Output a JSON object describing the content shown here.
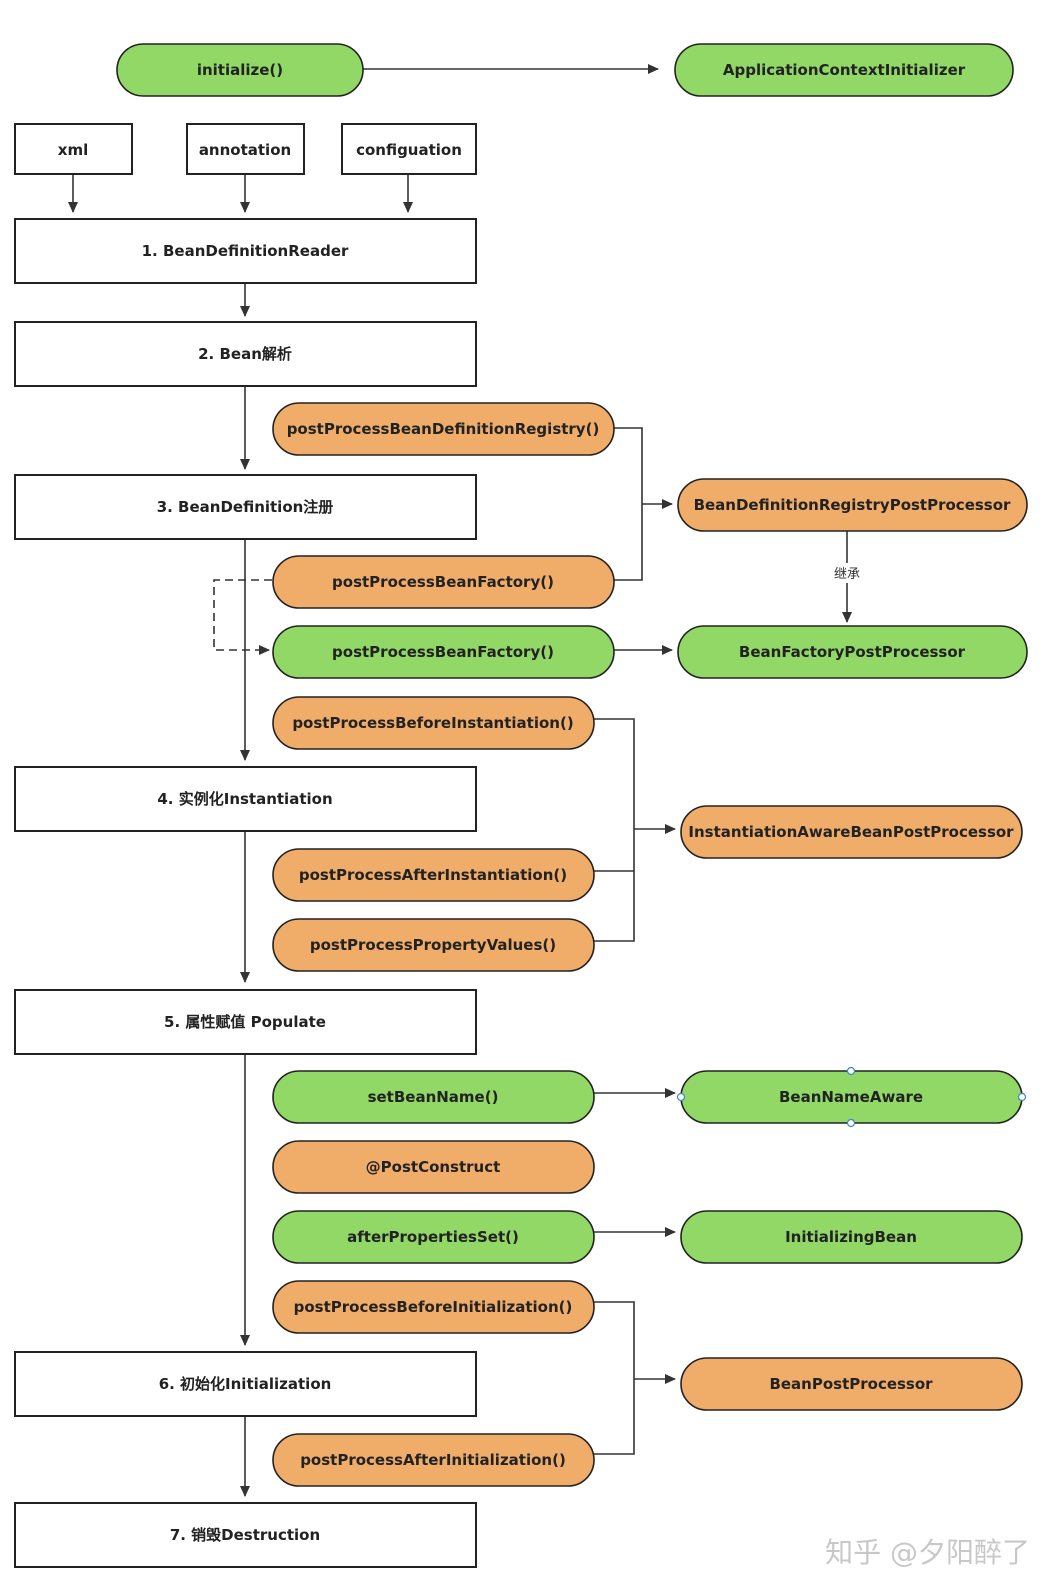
{
  "colors": {
    "green": "#92d866",
    "orange": "#f0ad6a",
    "box": "#ffffff",
    "stroke": "#222222",
    "line": "#333333"
  },
  "nodes": {
    "initialize": "initialize()",
    "app_ctx_init": "ApplicationContextInitializer",
    "xml": "xml",
    "annotation": "annotation",
    "configuation": "configuation",
    "step1": "1. BeanDefinitionReader",
    "step2": "2. Bean解析",
    "pp_bdr": "postProcessBeanDefinitionRegistry()",
    "step3": "3. BeanDefinition注册",
    "bdrpp": "BeanDefinitionRegistryPostProcessor",
    "pp_bf_orange": "postProcessBeanFactory()",
    "pp_bf_green": "postProcessBeanFactory()",
    "bfpp": "BeanFactoryPostProcessor",
    "pp_before_inst": "postProcessBeforeInstantiation()",
    "step4": "4. 实例化Instantiation",
    "iabpp": "InstantiationAwareBeanPostProcessor",
    "pp_after_inst": "postProcessAfterInstantiation()",
    "pp_prop_values": "postProcessPropertyValues()",
    "step5": "5. 属性赋值 Populate",
    "set_bean_name": "setBeanName()",
    "bean_name_aware": "BeanNameAware",
    "post_construct": "@PostConstruct",
    "after_props_set": "afterPropertiesSet()",
    "initializing_bean": "InitializingBean",
    "pp_before_init": "postProcessBeforeInitialization()",
    "step6": "6. 初始化Initialization",
    "bpp": "BeanPostProcessor",
    "pp_after_init": "postProcessAfterInitialization()",
    "step7": "7. 销毁Destruction"
  },
  "edge_labels": {
    "inherit": "继承"
  },
  "watermark": "知乎 @夕阳醉了"
}
